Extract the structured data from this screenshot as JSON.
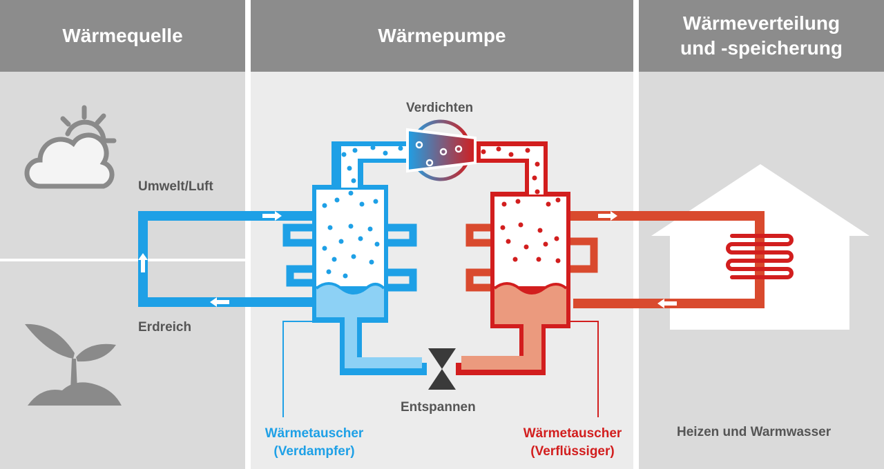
{
  "headers": {
    "source": "Wärmequelle",
    "pump": "Wärmepumpe",
    "distribution_line1": "Wärmeverteilung",
    "distribution_line2": "und -speicherung"
  },
  "labels": {
    "compressor": "Verdichten",
    "environment_air": "Umwelt/Luft",
    "ground": "Erdreich",
    "expansion": "Entspannen",
    "evaporator_line1": "Wärmetauscher",
    "evaporator_line2": "(Verdampfer)",
    "condenser_line1": "Wärmetauscher",
    "condenser_line2": "(Verflüssiger)",
    "heating": "Heizen und Warmwasser"
  },
  "colors": {
    "cold": "#1ea0e6",
    "hot": "#d21e1e",
    "hot_loop": "#d94a2e",
    "header": "#8c8c8c",
    "icon": "#8a8a8a"
  },
  "icons": [
    "sun-cloud-icon",
    "plant-icon",
    "house-icon",
    "radiator-coil-icon",
    "compressor-icon",
    "expansion-valve-icon"
  ]
}
